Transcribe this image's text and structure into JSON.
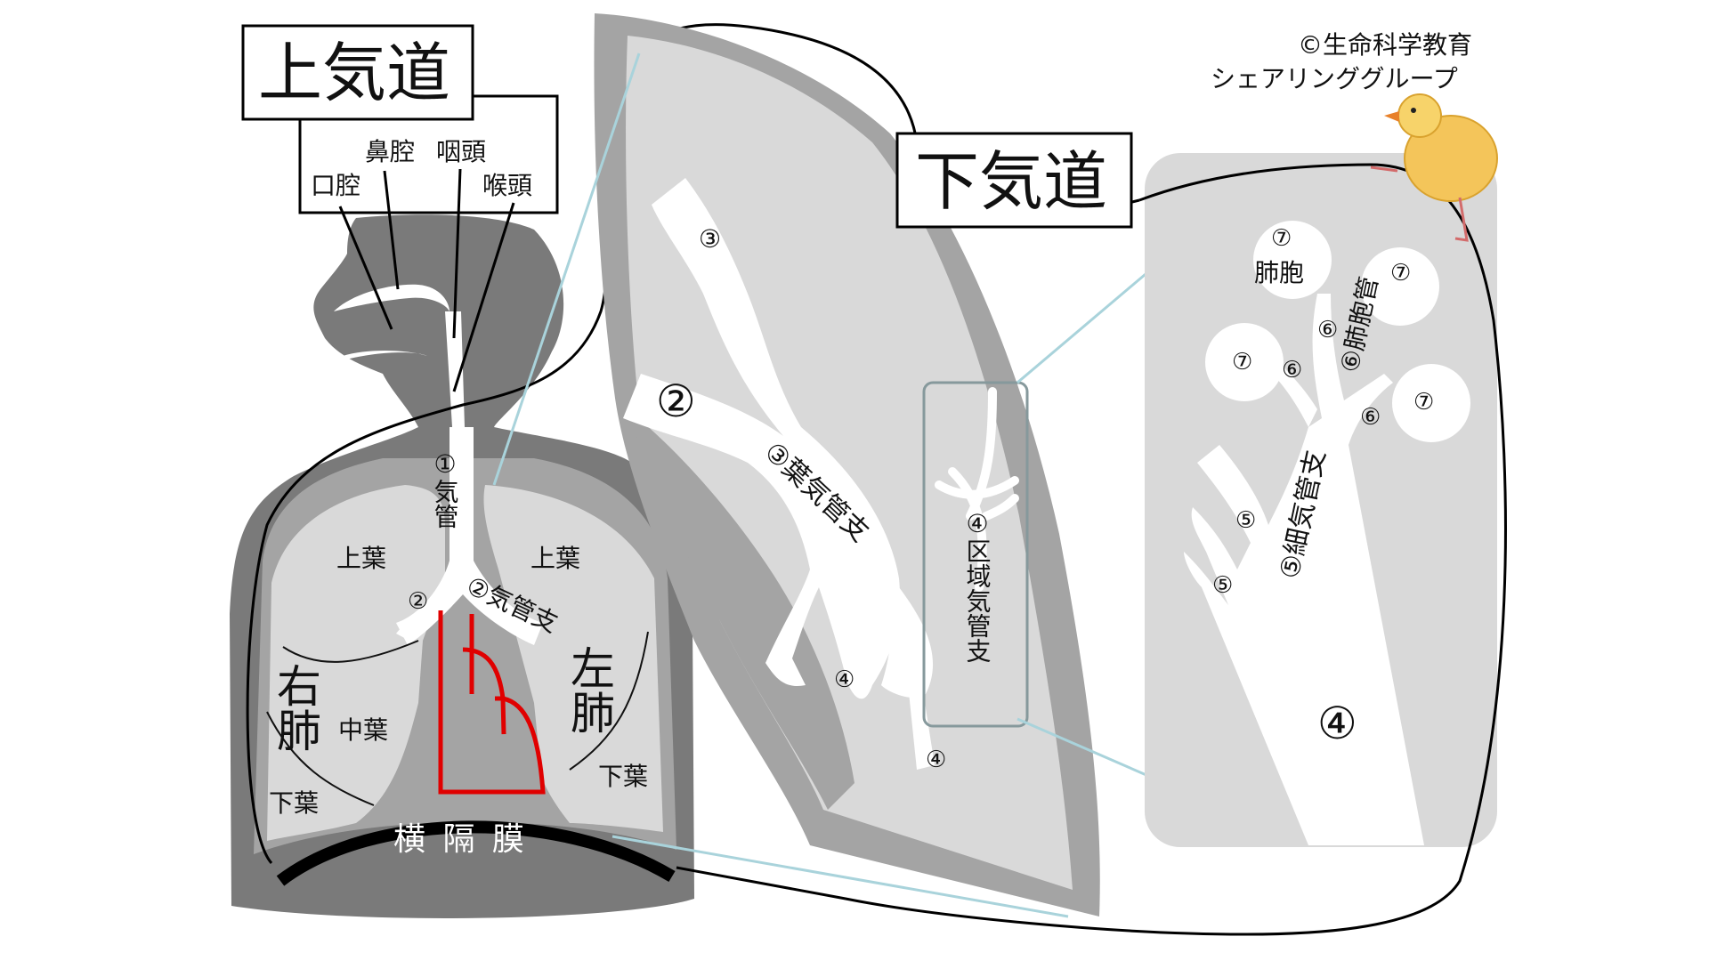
{
  "copyright": {
    "line1": "©生命科学教育",
    "line2": "シェアリンググループ"
  },
  "titles": {
    "upper_airway": "上気道",
    "lower_airway": "下気道"
  },
  "upper_parts": {
    "oral_cavity": "口腔",
    "nasal_cavity": "鼻腔",
    "pharynx": "咽頭",
    "larynx": "喉頭"
  },
  "torso": {
    "trachea": "①気管",
    "bronchus": "②気管支",
    "bronchus_num": "②",
    "right_lung": "右肺",
    "left_lung": "左肺",
    "right_upper_lobe": "上葉",
    "left_upper_lobe": "上葉",
    "middle_lobe": "中葉",
    "right_lower_lobe": "下葉",
    "left_lower_lobe": "下葉",
    "diaphragm": "横 隔 膜"
  },
  "lung_zoom": {
    "num_2": "②",
    "num_3": "③",
    "lobar_bronchus": "③葉気管支",
    "num_4a": "④",
    "num_4b": "④",
    "segmental_bronchus": "④区域気管支"
  },
  "alveoli_zoom": {
    "bronchiole": "⑤細気管支",
    "num_5a": "⑤",
    "num_5b": "⑤",
    "num_4": "④",
    "alveolar_duct": "⑥肺胞管",
    "num_6a": "⑥",
    "num_6b": "⑥",
    "num_6c": "⑥",
    "alveolus": "肺胞",
    "num_7a": "⑦",
    "num_7b": "⑦",
    "num_7c": "⑦",
    "num_7d": "⑦"
  },
  "colors": {
    "body_dark": "#7a7a7a",
    "body_mid": "#a4a4a4",
    "lung_light": "#d9d9d9",
    "airway_white": "#ffffff",
    "heart_red": "#e00000",
    "zoom_line": "#a9d3db",
    "outline": "#000000"
  },
  "icons": [
    "chick-mascot-icon"
  ]
}
